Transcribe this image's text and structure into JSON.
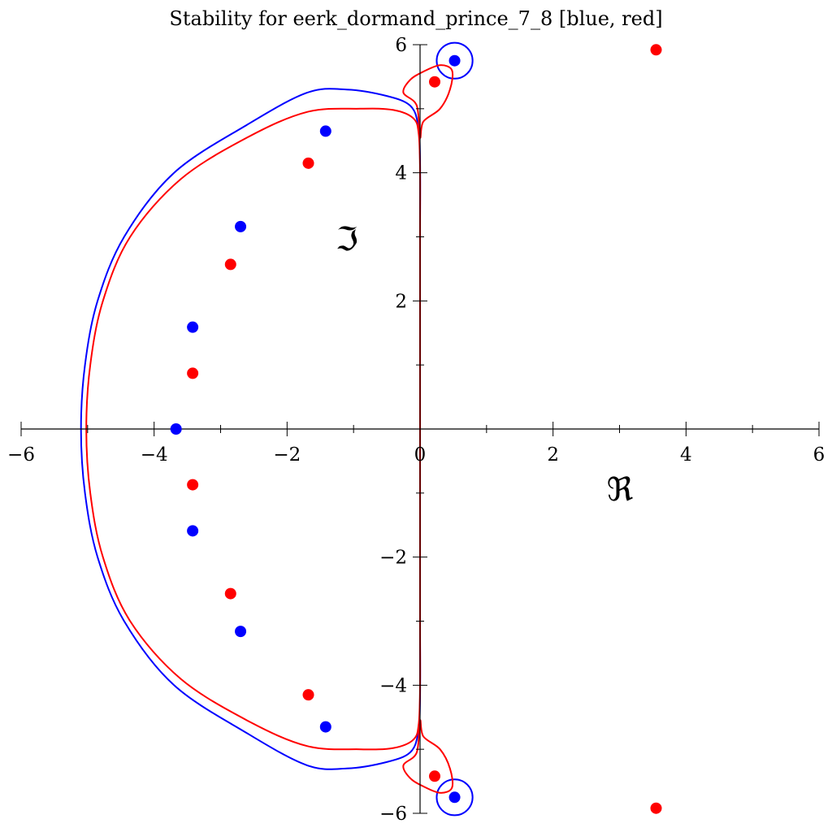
{
  "chart_data": {
    "type": "scatter",
    "title": "Stability for eerk_dormand_prince_7_8 [blue, red]",
    "xlabel": "ℜ",
    "ylabel": "ℑ",
    "xlim": [
      -6,
      6
    ],
    "ylim": [
      -6,
      6
    ],
    "grid": false,
    "x_ticks": [
      {
        "value": -6,
        "label": "−6"
      },
      {
        "value": -4,
        "label": "−4"
      },
      {
        "value": -2,
        "label": "−2"
      },
      {
        "value": 0,
        "label": "0"
      },
      {
        "value": 2,
        "label": "2"
      },
      {
        "value": 4,
        "label": "4"
      },
      {
        "value": 6,
        "label": "6"
      }
    ],
    "y_ticks": [
      {
        "value": -6,
        "label": "−6"
      },
      {
        "value": -4,
        "label": "−4"
      },
      {
        "value": -2,
        "label": "−2"
      },
      {
        "value": 2,
        "label": "2"
      },
      {
        "value": 4,
        "label": "4"
      },
      {
        "value": 6,
        "label": "6"
      }
    ],
    "series": [
      {
        "color": "#0000ff",
        "points": [
          {
            "x": -3.67,
            "y": 0.0
          },
          {
            "x": -3.42,
            "y": 1.59
          },
          {
            "x": -3.42,
            "y": -1.59
          },
          {
            "x": -2.7,
            "y": 3.16
          },
          {
            "x": -2.7,
            "y": -3.16
          },
          {
            "x": -1.42,
            "y": 4.65
          },
          {
            "x": -1.42,
            "y": -4.65
          },
          {
            "x": 0.52,
            "y": 5.75
          },
          {
            "x": 0.52,
            "y": -5.75
          }
        ],
        "boundary": [
          [
            -5.1,
            0.0
          ],
          [
            -5.04,
            1.0
          ],
          [
            -4.85,
            2.0
          ],
          [
            -4.45,
            3.0
          ],
          [
            -3.7,
            4.0
          ],
          [
            -2.6,
            4.75
          ],
          [
            -1.7,
            5.25
          ],
          [
            -1.1,
            5.3
          ],
          [
            -0.5,
            5.2
          ],
          [
            -0.15,
            5.05
          ],
          [
            -0.03,
            4.75
          ],
          [
            0.0,
            4.2
          ],
          [
            0.0,
            3.0
          ],
          [
            0.0,
            1.0
          ],
          [
            0.0,
            0.0
          ],
          [
            0.0,
            -1.0
          ],
          [
            0.0,
            -3.0
          ],
          [
            0.0,
            -4.2
          ],
          [
            -0.03,
            -4.75
          ],
          [
            -0.15,
            -5.05
          ],
          [
            -0.5,
            -5.2
          ],
          [
            -1.1,
            -5.3
          ],
          [
            -1.7,
            -5.25
          ],
          [
            -2.6,
            -4.75
          ],
          [
            -3.7,
            -4.0
          ],
          [
            -4.45,
            -3.0
          ],
          [
            -4.85,
            -2.0
          ],
          [
            -5.04,
            -1.0
          ],
          [
            -5.1,
            0.0
          ]
        ],
        "islands": [
          {
            "cx": 0.52,
            "cy": 5.75,
            "r": 0.27
          },
          {
            "cx": 0.52,
            "cy": -5.75,
            "r": 0.27
          }
        ]
      },
      {
        "color": "#ff0000",
        "points": [
          {
            "x": -3.42,
            "y": 0.87
          },
          {
            "x": -3.42,
            "y": -0.87
          },
          {
            "x": -2.85,
            "y": 2.57
          },
          {
            "x": -2.85,
            "y": -2.57
          },
          {
            "x": -1.68,
            "y": 4.15
          },
          {
            "x": -1.68,
            "y": -4.15
          },
          {
            "x": 0.22,
            "y": 5.42
          },
          {
            "x": 0.22,
            "y": -5.42
          },
          {
            "x": 3.55,
            "y": 5.92
          },
          {
            "x": 3.55,
            "y": -5.92
          }
        ],
        "boundary": [
          [
            -5.02,
            0.0
          ],
          [
            -4.96,
            1.0
          ],
          [
            -4.77,
            2.0
          ],
          [
            -4.36,
            3.0
          ],
          [
            -3.6,
            3.9
          ],
          [
            -2.6,
            4.55
          ],
          [
            -1.7,
            4.95
          ],
          [
            -0.9,
            5.0
          ],
          [
            -0.4,
            4.98
          ],
          [
            -0.1,
            4.85
          ],
          [
            -0.02,
            4.6
          ],
          [
            0.0,
            4.0
          ],
          [
            0.0,
            3.0
          ],
          [
            0.0,
            1.0
          ],
          [
            0.0,
            0.0
          ],
          [
            0.0,
            -1.0
          ],
          [
            0.0,
            -3.0
          ],
          [
            0.0,
            -4.0
          ],
          [
            -0.02,
            -4.6
          ],
          [
            -0.1,
            -4.85
          ],
          [
            -0.4,
            -4.98
          ],
          [
            -0.9,
            -5.0
          ],
          [
            -1.7,
            -4.95
          ],
          [
            -2.6,
            -4.55
          ],
          [
            -3.6,
            -3.9
          ],
          [
            -4.36,
            -3.0
          ],
          [
            -4.77,
            -2.0
          ],
          [
            -4.96,
            -1.0
          ],
          [
            -5.02,
            0.0
          ]
        ],
        "lobes": [
          [
            [
              0.0,
              4.55
            ],
            [
              0.05,
              4.8
            ],
            [
              0.3,
              5.0
            ],
            [
              0.45,
              5.3
            ],
            [
              0.48,
              5.6
            ],
            [
              0.3,
              5.68
            ],
            [
              0.05,
              5.58
            ],
            [
              -0.15,
              5.45
            ],
            [
              -0.25,
              5.25
            ],
            [
              -0.05,
              5.05
            ]
          ],
          [
            [
              0.0,
              -4.55
            ],
            [
              0.05,
              -4.8
            ],
            [
              0.3,
              -5.0
            ],
            [
              0.45,
              -5.3
            ],
            [
              0.48,
              -5.6
            ],
            [
              0.3,
              -5.68
            ],
            [
              0.05,
              -5.58
            ],
            [
              -0.15,
              -5.45
            ],
            [
              -0.25,
              -5.25
            ],
            [
              -0.05,
              -5.05
            ]
          ]
        ]
      }
    ]
  }
}
